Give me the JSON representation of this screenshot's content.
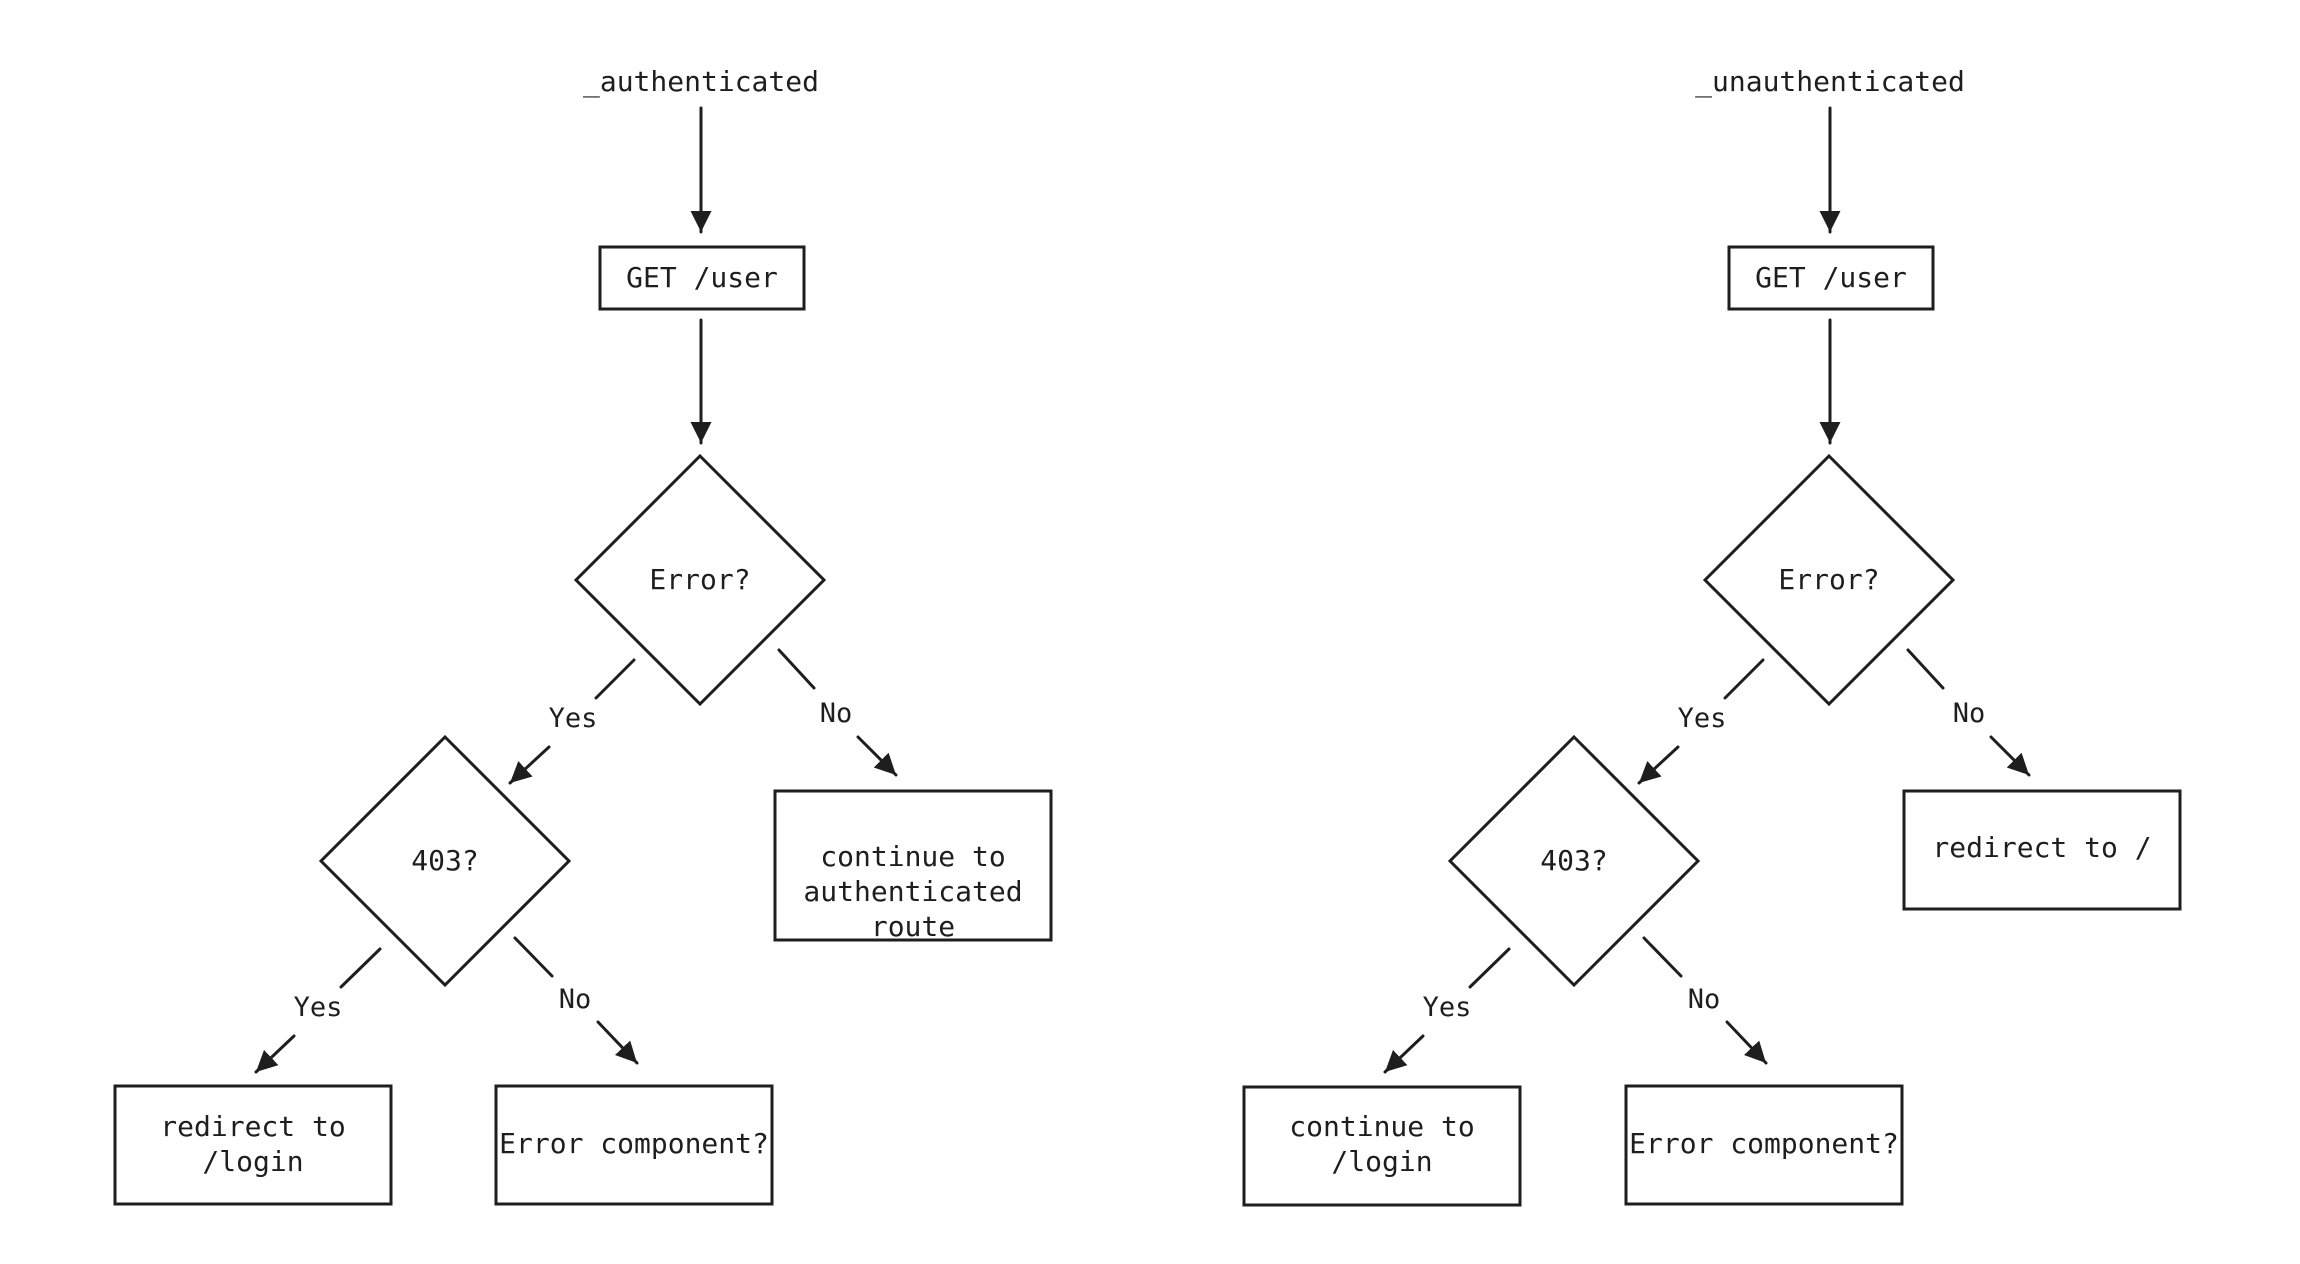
{
  "left": {
    "start": "_authenticated",
    "request": "GET /user",
    "error_check": "Error?",
    "forbidden_check": "403?",
    "error_no_result": "continue to authenticated route",
    "forbidden_yes_result": "redirect to /login",
    "forbidden_no_result": "Error component?",
    "labels": {
      "error_yes": "Yes",
      "error_no": "No",
      "forbidden_yes": "Yes",
      "forbidden_no": "No"
    }
  },
  "right": {
    "start": "_unauthenticated",
    "request": "GET /user",
    "error_check": "Error?",
    "forbidden_check": "403?",
    "error_no_result": "redirect to /",
    "forbidden_yes_result": "continue to /login",
    "forbidden_no_result": "Error component?",
    "labels": {
      "error_yes": "Yes",
      "error_no": "No",
      "forbidden_yes": "Yes",
      "forbidden_no": "No"
    }
  }
}
